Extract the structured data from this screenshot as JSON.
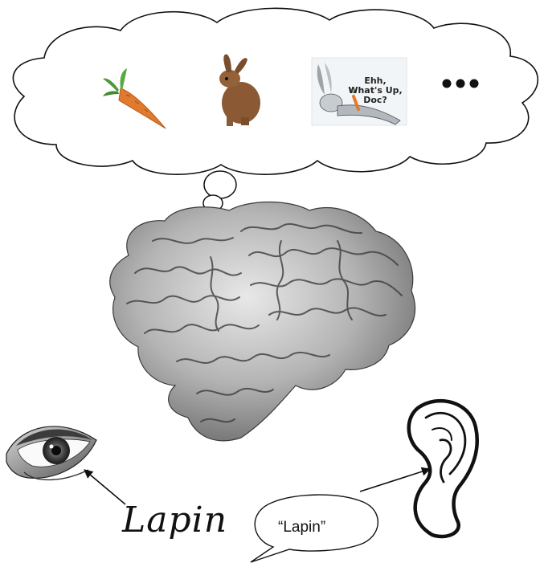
{
  "thought_bubble": {
    "items": [
      {
        "name": "carrot",
        "icon": "carrot-icon"
      },
      {
        "name": "rabbit",
        "icon": "rabbit-icon"
      },
      {
        "name": "cartoon",
        "icon": "cartoon-rabbit-icon",
        "caption_lines": [
          "Ehh,",
          "What's Up,",
          "Doc?"
        ]
      }
    ],
    "ellipsis": "..."
  },
  "input_written": {
    "word": "Lapin"
  },
  "input_spoken": {
    "word": "“Lapin”"
  },
  "colors": {
    "outline": "#111111",
    "brain_fill": "#a9a9a9",
    "carrot_orange": "#e07a2e",
    "leaf_green": "#4a9a3a",
    "rabbit_brown": "#8b5a34"
  }
}
